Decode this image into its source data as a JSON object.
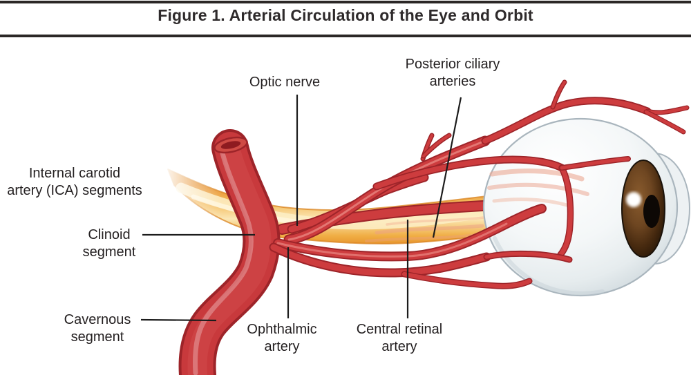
{
  "figure": {
    "title": "Figure 1. Arterial Circulation of the Eye and Orbit",
    "labels": {
      "optic_nerve": {
        "line1": "Optic nerve"
      },
      "posterior_ciliary": {
        "line1": "Posterior ciliary",
        "line2": "arteries"
      },
      "ica_segments": {
        "line1": "Internal carotid",
        "line2": "artery (ICA) segments"
      },
      "clinoid": {
        "line1": "Clinoid",
        "line2": "segment"
      },
      "cavernous": {
        "line1": "Cavernous",
        "line2": "segment"
      },
      "ophthalmic": {
        "line1": "Ophthalmic",
        "line2": "artery"
      },
      "central_retinal": {
        "line1": "Central retinal",
        "line2": "artery"
      }
    },
    "colors": {
      "artery_red": "#cd3c3e",
      "artery_outline": "#9d2429",
      "optic_nerve_orange": "#f0a135",
      "optic_nerve_highlight": "#fdeec6",
      "sclera": "#eef2f4",
      "iris_brown": "#5d3b1c",
      "pupil_black": "#0d0805",
      "label_text": "#231f20",
      "title_bar": "#2b2726",
      "leader_line": "#1c1c1c",
      "background": "#ffffff"
    }
  }
}
